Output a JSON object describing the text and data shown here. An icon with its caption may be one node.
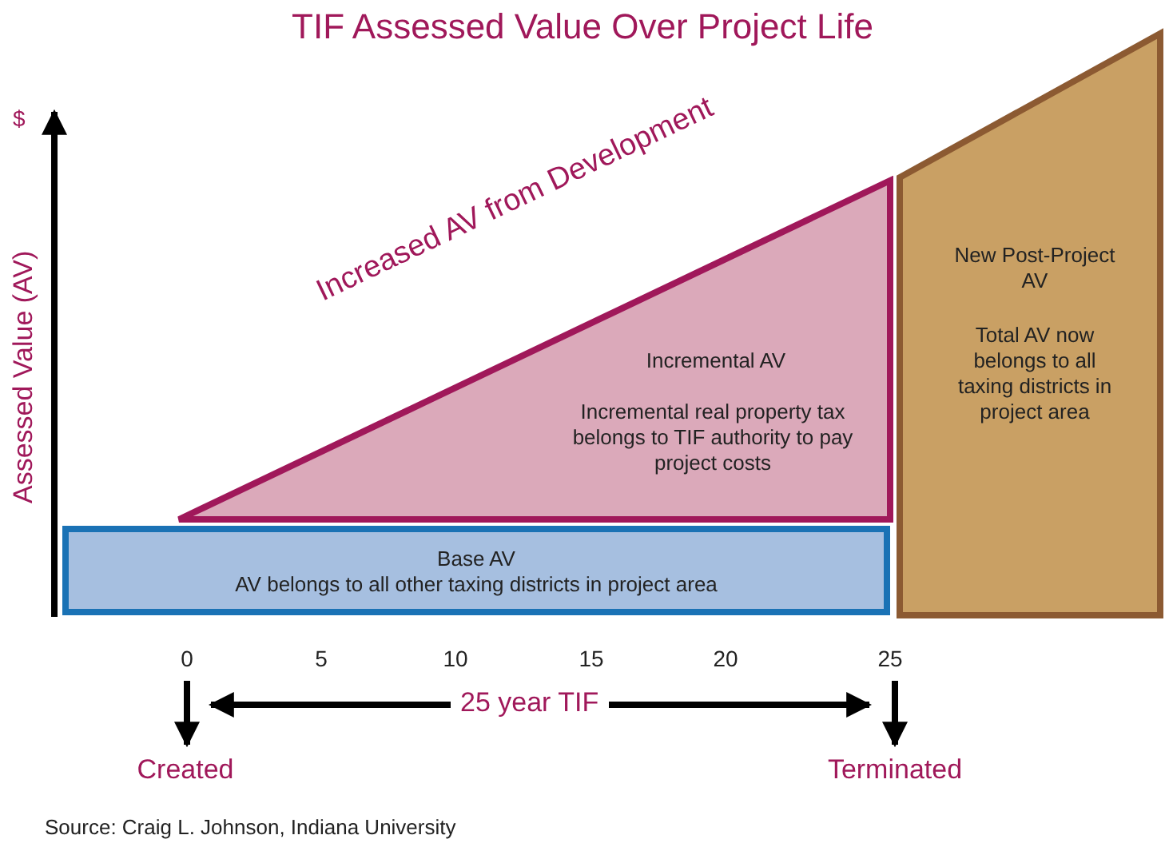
{
  "diagram": {
    "title": "TIF Assessed Value Over Project Life",
    "caption": "Source: Craig L. Johnson, Indiana University",
    "nodes": [
      {
        "text": [
          "Incremental AV",
          "Incremental real property tax belongs to TIF authority to pay project costs"
        ],
        "beside": [
          "Increased AV from Development"
        ]
      },
      {
        "text": [
          "Base AV",
          "AV belongs to all other taxing districts in project area"
        ]
      },
      {
        "text": [
          "New Post-Project AV",
          "Total AV now belongs to all taxing districts in project area"
        ]
      },
      {
        "text": [
          "Created"
        ]
      },
      {
        "text": [
          "Terminated"
        ]
      }
    ],
    "edges": [
      {
        "from": null,
        "to": 3,
        "arrow": "to"
      },
      {
        "from": null,
        "to": 4,
        "arrow": "to"
      },
      {
        "from": 3,
        "to": 4,
        "arrow": "both",
        "label": "25 year TIF"
      }
    ],
    "labels": [
      "$",
      "Assessed Value (AV)",
      "0",
      "5",
      "10",
      "15",
      "20",
      "25"
    ]
  }
}
